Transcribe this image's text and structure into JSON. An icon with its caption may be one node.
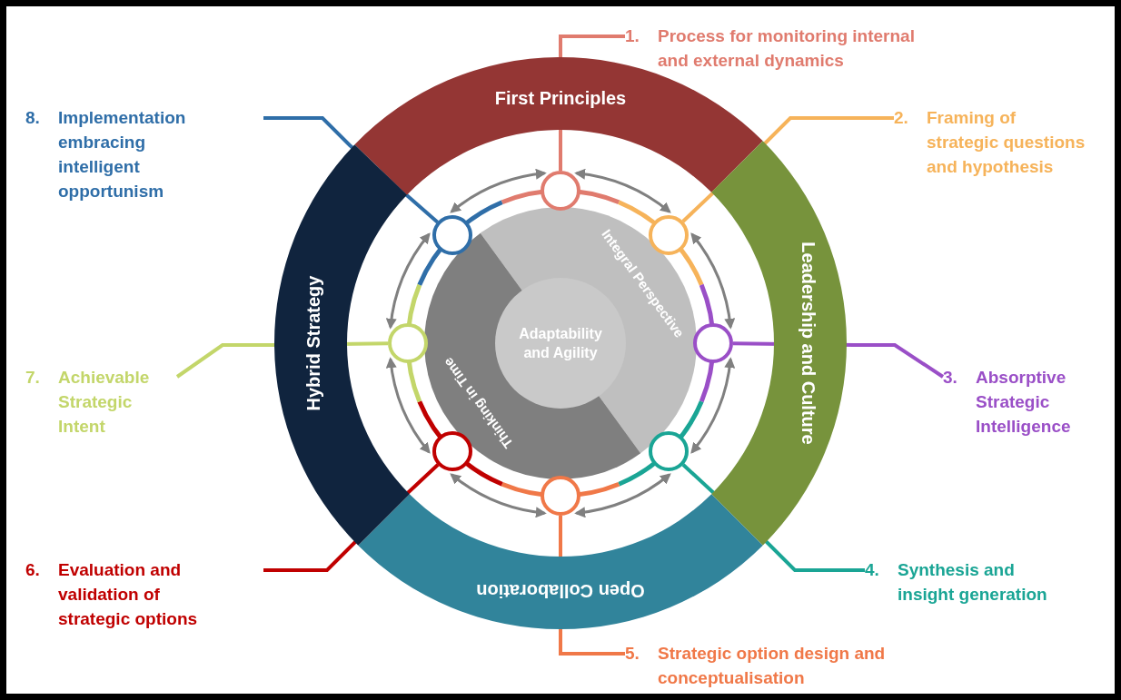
{
  "diagram": {
    "nodes": [
      {
        "text": [
          "1.",
          "Process for monitoring internal and external dynamics"
        ]
      },
      {
        "text": [
          "2.",
          "Framing of strategic questions and hypothesis"
        ]
      },
      {
        "text": [
          "3.",
          "Absorptive Strategic Intelligence"
        ]
      },
      {
        "text": [
          "4.",
          "Synthesis and insight generation"
        ]
      },
      {
        "text": [
          "5.",
          "Strategic option design and conceptualisation"
        ]
      },
      {
        "text": [
          "6.",
          "Evaluation and validation of strategic options"
        ]
      },
      {
        "text": [
          "7.",
          "Achievable Strategic Intent"
        ]
      },
      {
        "text": [
          "8.",
          "Implementation embracing intelligent opportunism"
        ]
      },
      {
        "text": [
          "First Principles"
        ]
      },
      {
        "text": [
          "Leadership and Culture"
        ]
      },
      {
        "text": [
          "Open Collaboration"
        ]
      },
      {
        "text": [
          "Hybrid Strategy"
        ]
      },
      {
        "text": [
          "Integral Perspective"
        ]
      },
      {
        "text": [
          "Thinking in Time"
        ]
      },
      {
        "text": [
          "Adaptability and Agility"
        ]
      },
      {
        "text": [],
        "shape": "circle"
      },
      {
        "text": [],
        "shape": "circle"
      },
      {
        "text": [],
        "shape": "circle"
      },
      {
        "text": [],
        "shape": "circle"
      },
      {
        "text": [],
        "shape": "circle"
      },
      {
        "text": [],
        "shape": "circle"
      },
      {
        "text": [],
        "shape": "circle"
      },
      {
        "text": [],
        "shape": "circle"
      }
    ],
    "edges": [
      {
        "from": 0,
        "to": 15,
        "arrow": "none",
        "color": "#e07b6e"
      },
      {
        "from": 1,
        "to": 16,
        "arrow": "none",
        "color": "#f6b35a"
      },
      {
        "from": 2,
        "to": 17,
        "arrow": "none",
        "color": "#9a4fc7"
      },
      {
        "from": 3,
        "to": 18,
        "arrow": "none",
        "color": "#1aa595"
      },
      {
        "from": 4,
        "to": 19,
        "arrow": "none",
        "color": "#f07848"
      },
      {
        "from": 5,
        "to": 20,
        "arrow": "none",
        "color": "#c00000"
      },
      {
        "from": 6,
        "to": 21,
        "arrow": "none",
        "color": "#c3d66a"
      },
      {
        "from": 7,
        "to": 22,
        "arrow": "none",
        "color": "#2f6ea8"
      },
      {
        "from": 15,
        "to": 16,
        "arrow": "both",
        "color": "#808080"
      },
      {
        "from": 16,
        "to": 17,
        "arrow": "both",
        "color": "#808080"
      },
      {
        "from": 17,
        "to": 18,
        "arrow": "both",
        "color": "#808080"
      },
      {
        "from": 18,
        "to": 19,
        "arrow": "both",
        "color": "#808080"
      },
      {
        "from": 19,
        "to": 20,
        "arrow": "both",
        "color": "#808080"
      },
      {
        "from": 20,
        "to": 21,
        "arrow": "both",
        "color": "#808080"
      },
      {
        "from": 21,
        "to": 22,
        "arrow": "both",
        "color": "#808080"
      },
      {
        "from": 22,
        "to": 15,
        "arrow": "both",
        "color": "#808080"
      }
    ]
  }
}
